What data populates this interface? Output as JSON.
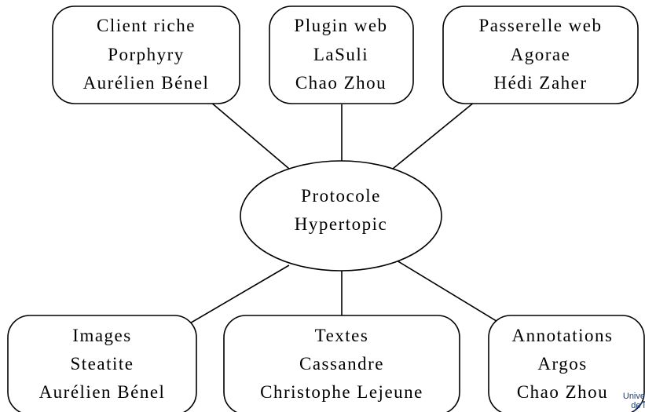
{
  "center": {
    "lines": [
      "Protocole",
      "Hypertopic"
    ]
  },
  "top_nodes": [
    {
      "lines": [
        "Client riche",
        "Porphyry",
        "Aurélien Bénel"
      ]
    },
    {
      "lines": [
        "Plugin web",
        "LaSuli",
        "Chao Zhou"
      ]
    },
    {
      "lines": [
        "Passerelle web",
        "Agorae",
        "Hédi Zaher"
      ]
    }
  ],
  "bottom_nodes": [
    {
      "lines": [
        "Images",
        "Steatite",
        "Aurélien Bénel"
      ]
    },
    {
      "lines": [
        "Textes",
        "Cassandre",
        "Christophe Lejeune"
      ]
    },
    {
      "lines": [
        "Annotations",
        "Argos",
        "Chao Zhou"
      ]
    }
  ],
  "logo": {
    "lines": [
      "Unive",
      "de l"
    ]
  }
}
